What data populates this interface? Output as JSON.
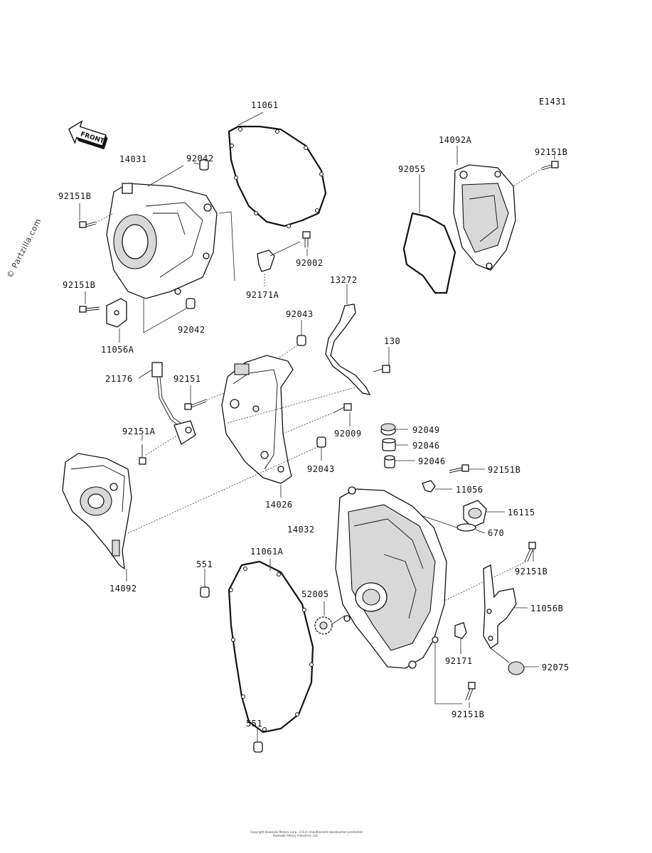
{
  "diagram_code": "E1431",
  "watermark": "© Partzilla.com",
  "front_label": "FRONT",
  "footer_lines": [
    "Copyright Kawasaki Motors Corp., U.S.A. Unauthorized reproduction prohibited.",
    "Kawasaki Heavy Industries, Ltd."
  ],
  "parts": {
    "p11061": "11061",
    "p14031": "14031",
    "p92042_top": "92042",
    "p92151B_a": "92151B",
    "p92002": "92002",
    "p92171A": "92171A",
    "p92151B_b": "92151B",
    "p92042_bot": "92042",
    "p11056A": "11056A",
    "p14092A": "14092A",
    "p92151B_c": "92151B",
    "p92055": "92055",
    "p13272": "13272",
    "p92043_top": "92043",
    "p130": "130",
    "p21176": "21176",
    "p92151": "92151",
    "p92009": "92009",
    "p92151A": "92151A",
    "p92049": "92049",
    "p92046_a": "92046",
    "p92046_b": "92046",
    "p92043_bot": "92043",
    "p92151B_d": "92151B",
    "p11056": "11056",
    "p14026": "14026",
    "p16115": "16115",
    "p14032": "14032",
    "p670": "670",
    "p11061A": "11061A",
    "p551_top": "551",
    "p92151B_e": "92151B",
    "p14092": "14092",
    "p52005": "52005",
    "p11056B": "11056B",
    "p92171": "92171",
    "p92075": "92075",
    "p92151B_f": "92151B",
    "p551_bot": "551"
  }
}
